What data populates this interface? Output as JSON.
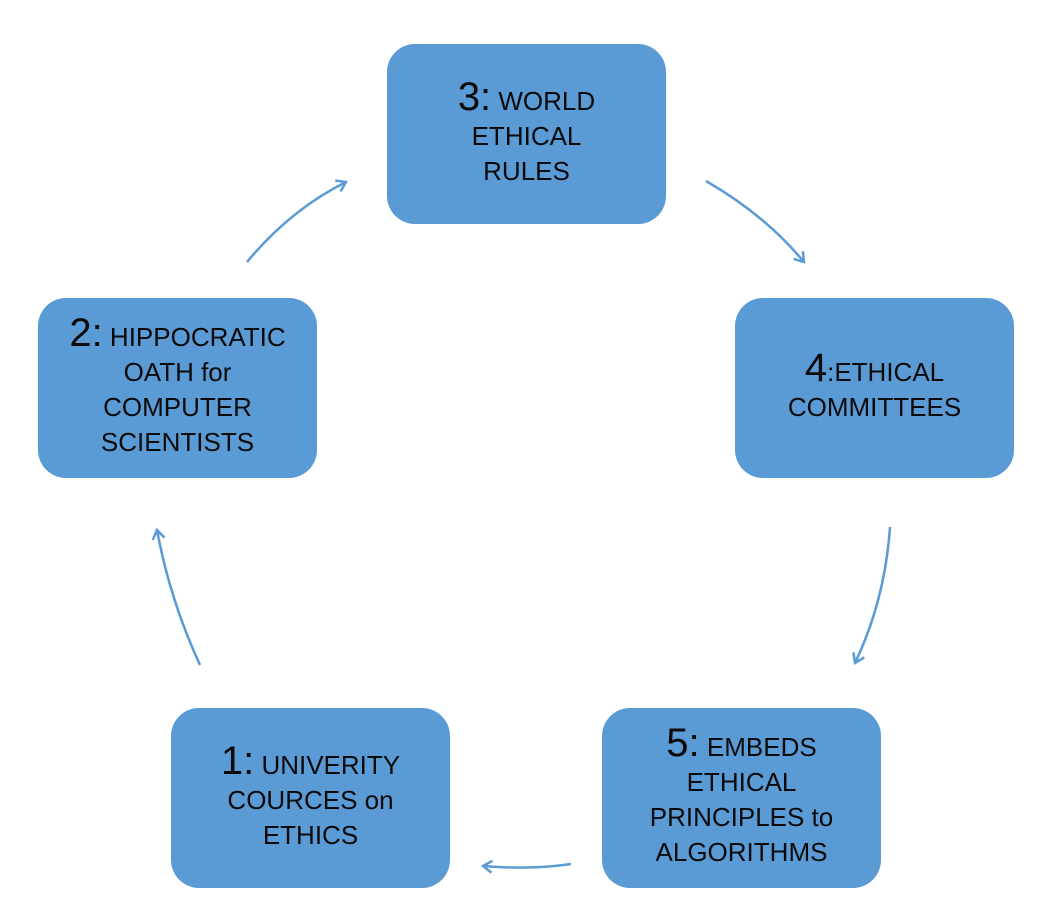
{
  "colors": {
    "box": "#5b9bd5",
    "arrow": "#5b9bd5",
    "text": "#0a0a0a"
  },
  "steps": [
    {
      "num": "1:",
      "text": " UNIVERITY COURCES on ETHICS"
    },
    {
      "num": "2:",
      "text": " HIPPOCRATIC OATH for COMPUTER SCIENTISTS"
    },
    {
      "num": "3:",
      "text": " WORLD ETHICAL RULES"
    },
    {
      "num": "4",
      "text": ":ETHICAL COMMITTEES"
    },
    {
      "num": "5:",
      "text": " EMBEDS ETHICAL PRINCIPLES to ALGORITHMS"
    }
  ]
}
